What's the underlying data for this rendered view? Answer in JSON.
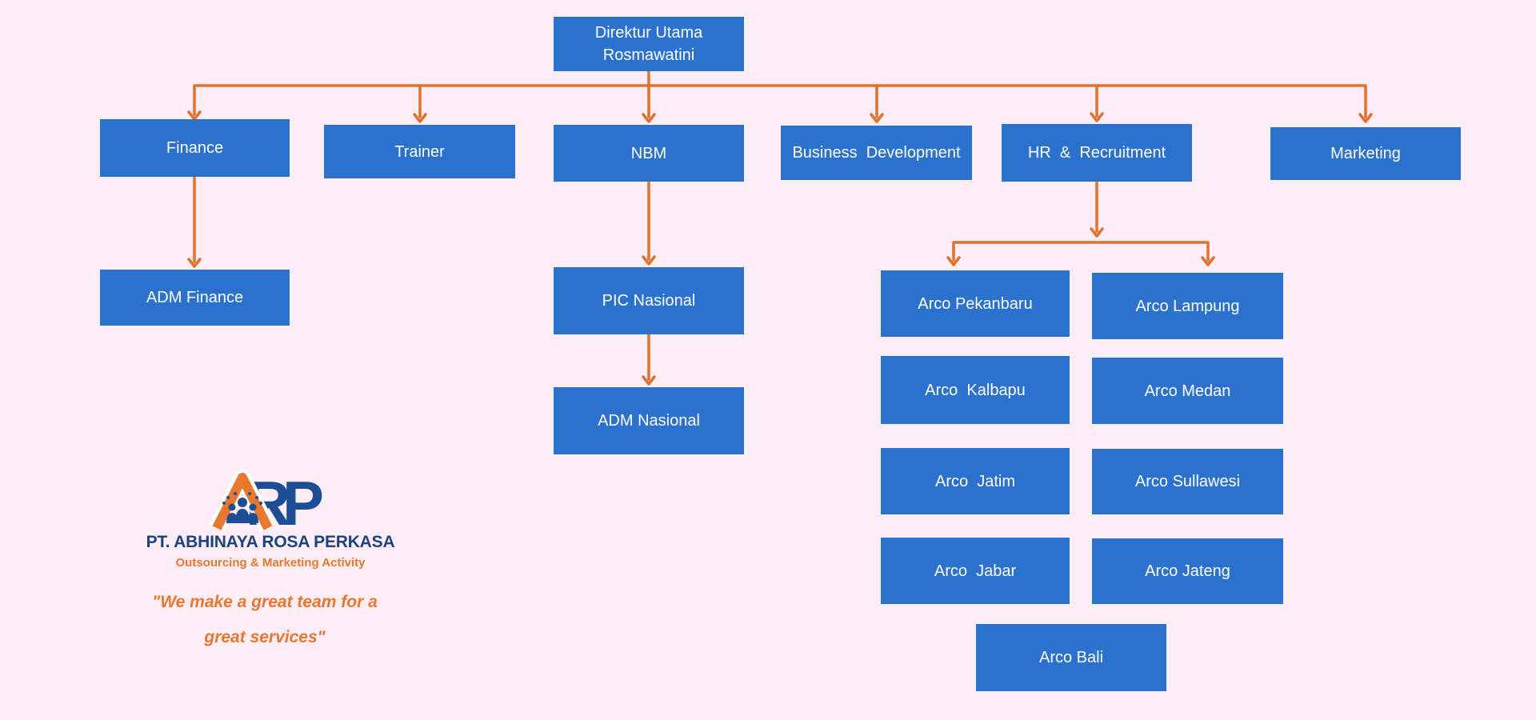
{
  "background_color": "#fdedf6",
  "palette": {
    "node_fill": "#2b72cf",
    "node_text": "#ffffff",
    "arrow": "#e0722e",
    "navy": "#1e4280",
    "logo_navy": "#1d4d94",
    "logo_orange": "#e8782e",
    "bg": "#fdedf6"
  },
  "nodes": {
    "direktur": "Direktur Utama\nRosmawatini",
    "finance": "Finance",
    "trainer": "Trainer",
    "nbm": "NBM",
    "business_development": "Business  Development",
    "hr_recruitment": "HR  &  Recruitment",
    "marketing": "Marketing",
    "adm_finance": "ADM Finance",
    "pic_nasional": "PIC Nasional",
    "adm_nasional": "ADM Nasional",
    "arco_pekanbaru": "Arco Pekanbaru",
    "arco_lampung": "Arco Lampung",
    "arco_kalbapu": "Arco  Kalbapu",
    "arco_medan": "Arco Medan",
    "arco_jatim": "Arco  Jatim",
    "arco_sullawesi": "Arco Sullawesi",
    "arco_jabar": "Arco  Jabar",
    "arco_jateng": "Arco Jateng",
    "arco_bali": "Arco Bali"
  },
  "logo": {
    "mark_letter_r": "R",
    "mark_letter_p": "P",
    "company_name": "PT. ABHINAYA ROSA PERKASA",
    "tagline": "Outsourcing & Marketing Activity",
    "quote_line1": "\"We make a great team for a",
    "quote_line2": "great services\""
  }
}
